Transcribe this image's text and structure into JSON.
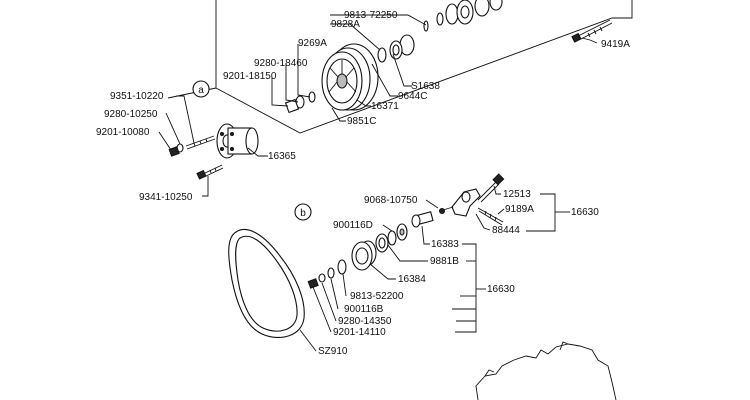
{
  "diagram": {
    "callouts": {
      "a": "a",
      "b": "b"
    },
    "labels": {
      "p9813_72250": "9813-72250",
      "p9828A": "9828A",
      "p9419A": "9419A",
      "p9269A": "9269A",
      "p9280_18460": "9280-18460",
      "p9201_18150": "9201-18150",
      "pS1638": "S1638",
      "p9644C": "9644C",
      "p16371": "16371",
      "p9851C": "9851C",
      "p9351_10220": "9351-10220",
      "p9280_10250": "9280-10250",
      "p9201_10080": "9201-10080",
      "p16365": "16365",
      "p9341_10250": "9341-10250",
      "p12513": "12513",
      "p9068_10750": "9068-10750",
      "p9189A": "9189A",
      "p16630_top": "16630",
      "p900116D": "900116D",
      "p88444": "88444",
      "p16383": "16383",
      "p9881B": "9881B",
      "p16384": "16384",
      "p9813_52200": "9813-52200",
      "p16630_mid": "16630",
      "p900116B": "900116B",
      "p9280_14350": "9280-14350",
      "p9201_14110": "9201-14110",
      "pSZ910": "SZ910"
    }
  }
}
